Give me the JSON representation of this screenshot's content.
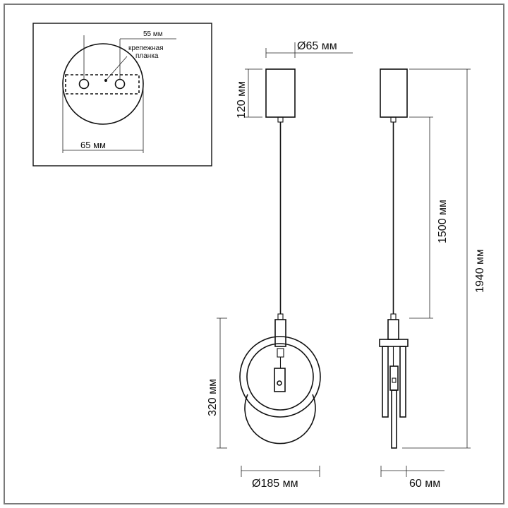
{
  "inset": {
    "slot_width": "55 мм",
    "bracket_label_line1": "крепежная",
    "bracket_label_line2": "планка",
    "canopy_width": "65 мм"
  },
  "front_view": {
    "canopy_diameter": "Ø65 мм",
    "canopy_height": "120 мм",
    "ring_height": "320 мм",
    "ring_diameter": "Ø185 мм"
  },
  "side_view": {
    "cable_length": "1500 мм",
    "total_height": "1940 мм",
    "depth": "60 мм"
  }
}
